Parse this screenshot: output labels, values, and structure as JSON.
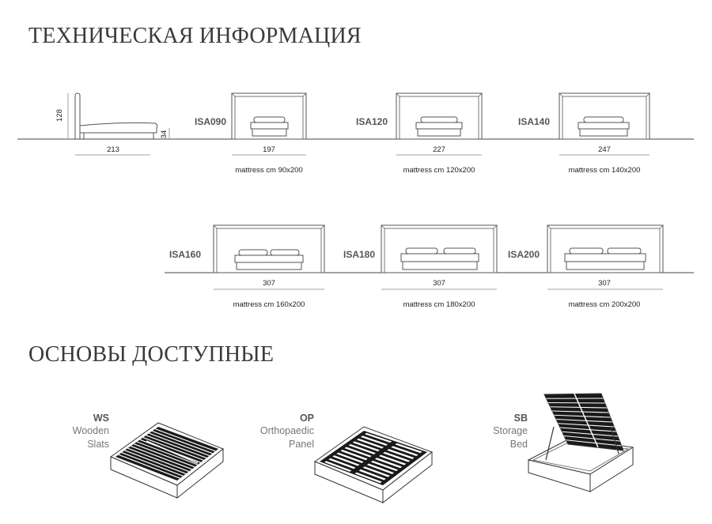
{
  "section_tech": {
    "title": "ТЕХНИЧЕСКАЯ ИНФОРМАЦИЯ"
  },
  "side_view": {
    "height": "128",
    "length": "213",
    "leg_height": "34"
  },
  "models_row1": [
    {
      "code": "ISA090",
      "width": "197",
      "mattress": "mattress cm 90x200"
    },
    {
      "code": "ISA120",
      "width": "227",
      "mattress": "mattress cm 120x200"
    },
    {
      "code": "ISA140",
      "width": "247",
      "mattress": "mattress cm 140x200"
    }
  ],
  "models_row2": [
    {
      "code": "ISA160",
      "width": "307",
      "mattress": "mattress cm 160x200"
    },
    {
      "code": "ISA180",
      "width": "307",
      "mattress": "mattress cm 180x200"
    },
    {
      "code": "ISA200",
      "width": "307",
      "mattress": "mattress cm 200x200"
    }
  ],
  "section_bases": {
    "title": "ОСНОВЫ ДОСТУПНЫЕ"
  },
  "bases": [
    {
      "code": "WS",
      "line1": "Wooden",
      "line2": "Slats",
      "icon": "wooden-slats-base-icon"
    },
    {
      "code": "OP",
      "line1": "Orthopaedic",
      "line2": "Panel",
      "icon": "orthopaedic-panel-base-icon"
    },
    {
      "code": "SB",
      "line1": "Storage",
      "line2": "Bed",
      "icon": "storage-bed-base-icon"
    }
  ]
}
